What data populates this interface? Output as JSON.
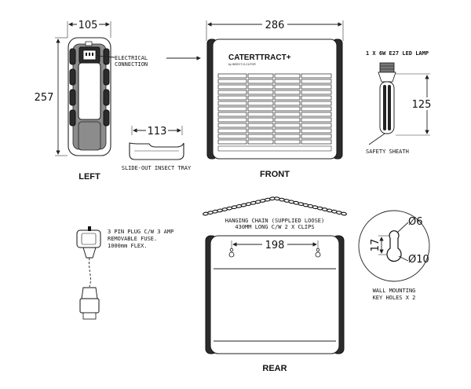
{
  "views": {
    "left": {
      "label": "LEFT",
      "width_dim": "105",
      "height_dim": "257",
      "connection_note_line1": "ELECTRICAL",
      "connection_note_line2": "CONNECTION"
    },
    "tray": {
      "label": "SLIDE-OUT INSECT TRAY",
      "width_dim": "113"
    },
    "front": {
      "label": "FRONT",
      "width_dim": "286",
      "brand_text": "CATERTTRACT+",
      "brand_sub": "by INSECT-O-CUTOR"
    },
    "lamp": {
      "label_line1": "1 X 6W E27 LED LAMP",
      "height_dim": "125",
      "sheath_label": "SAFETY SHEATH"
    },
    "rear": {
      "label": "REAR",
      "width_dim": "198",
      "chain_line1": "HANGING CHAIN (SUPPLIED LOOSE)",
      "chain_line2": "430MM LONG C/W 2 X CLIPS"
    },
    "plug": {
      "line1": "3 PIN PLUG C/W 3 AMP",
      "line2": "REMOVABLE FUSE.",
      "line3": "1000mm FLEX."
    },
    "keyhole": {
      "dim_top": "Ø6",
      "dim_bottom": "Ø10",
      "dim_height": "17",
      "label_line1": "WALL MOUNTING",
      "label_line2": "KEY HOLES X 2"
    }
  }
}
